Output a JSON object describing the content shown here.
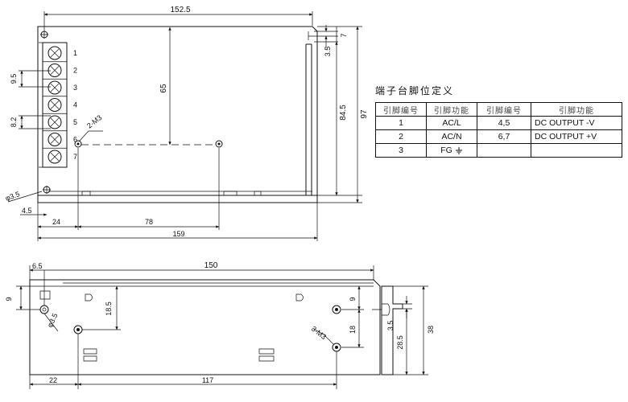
{
  "top_view": {
    "dims": {
      "overall_width": "152.5",
      "width_159": "159",
      "hole_spacing_78": "78",
      "offset_24": "24",
      "edge_4_5": "4.5",
      "hole_dia": "φ3.5",
      "height_97": "97",
      "height_84_5": "84.5",
      "depth_65": "65",
      "pitch_9_5": "9.5",
      "pitch_8_2": "8.2",
      "gap_3_5": "3.5",
      "gap_7": "7",
      "screw_label": "2-M3"
    },
    "terminal_numbers": [
      "1",
      "2",
      "3",
      "4",
      "5",
      "6",
      "7"
    ]
  },
  "side_view": {
    "dims": {
      "overall_150": "150",
      "edge_6_5": "6.5",
      "height_9": "9",
      "height_18_5": "18.5",
      "hole_dia": "φ3.5",
      "offset_22": "22",
      "spacing_117": "117",
      "right_9": "9",
      "right_18": "18",
      "screw_label": "3-M3",
      "end_3_5": "3.5",
      "end_28_5": "28.5",
      "end_38": "38"
    }
  },
  "pin_table": {
    "title": "端子台脚位定义",
    "headers": [
      "引脚编号",
      "引脚功能",
      "引脚编号",
      "引脚功能"
    ],
    "rows": [
      [
        "1",
        "AC/L",
        "4,5",
        "DC OUTPUT -V"
      ],
      [
        "2",
        "AC/N",
        "6,7",
        "DC OUTPUT +V"
      ],
      [
        "3",
        "FG",
        "",
        ""
      ]
    ]
  }
}
